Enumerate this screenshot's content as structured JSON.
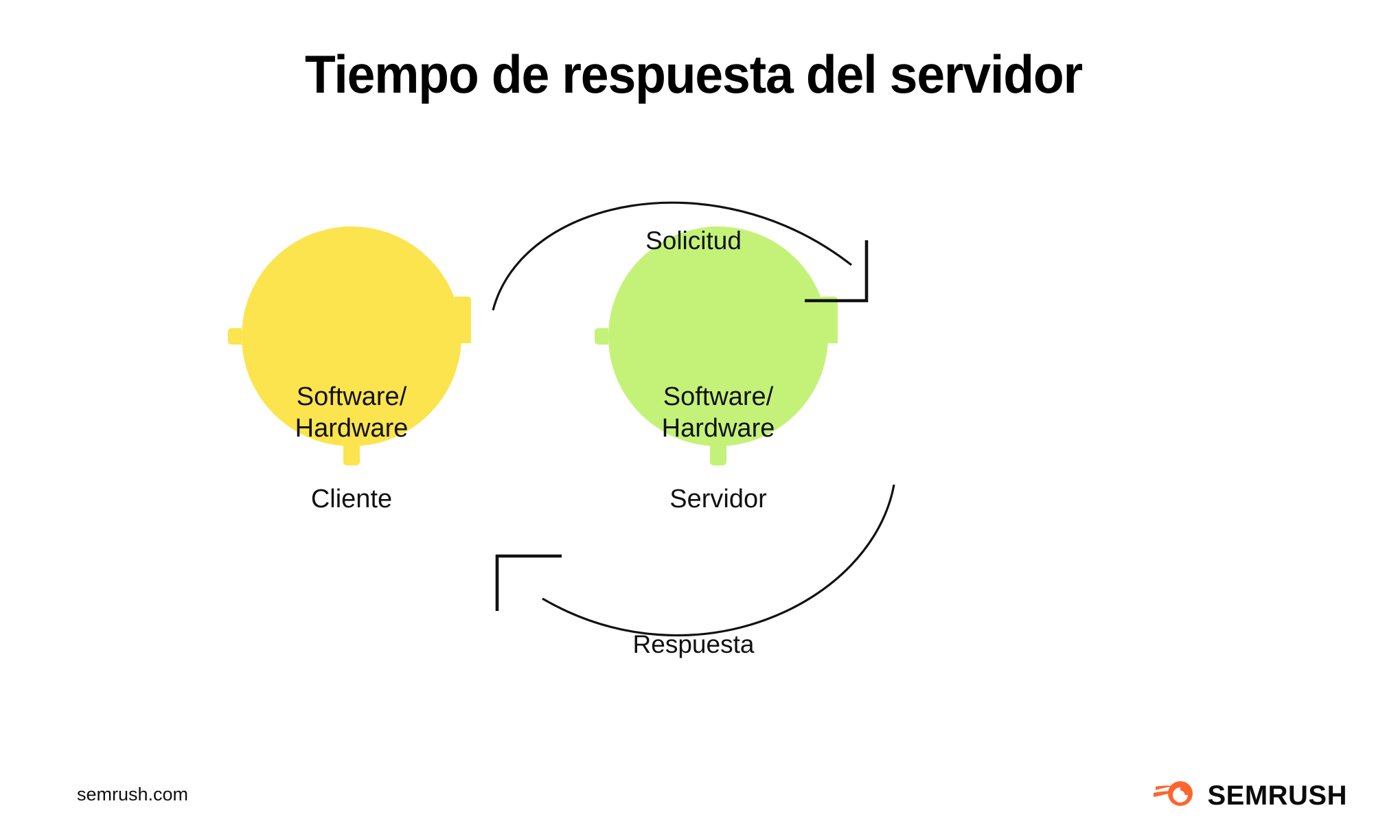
{
  "page": {
    "title": "Tiempo de respuesta del servidor",
    "background_color": "#ffffff"
  },
  "diagram": {
    "type": "cycle-flow",
    "nodes": [
      {
        "id": "client",
        "heading_line1": "Software/",
        "heading_line2": "Hardware",
        "pill_label": "Cliente",
        "fill_color": "#FBE44E",
        "pill_color": "#ffffff"
      },
      {
        "id": "server",
        "heading_line1": "Software/",
        "heading_line2": "Hardware",
        "pill_label": "Servidor",
        "fill_color": "#C4F278",
        "pill_color": "#ffffff"
      }
    ],
    "edges": [
      {
        "id": "request",
        "label": "Solicitud",
        "from": "client",
        "to": "server",
        "direction": "top-arc-right",
        "stroke_color": "#111111"
      },
      {
        "id": "response",
        "label": "Respuesta",
        "from": "server",
        "to": "client",
        "direction": "bottom-arc-left",
        "stroke_color": "#111111"
      }
    ]
  },
  "footer": {
    "url": "semrush.com",
    "brand_name": "SEMRUSH",
    "brand_icon": "semrush-comet-icon",
    "brand_color": "#FF642D"
  }
}
